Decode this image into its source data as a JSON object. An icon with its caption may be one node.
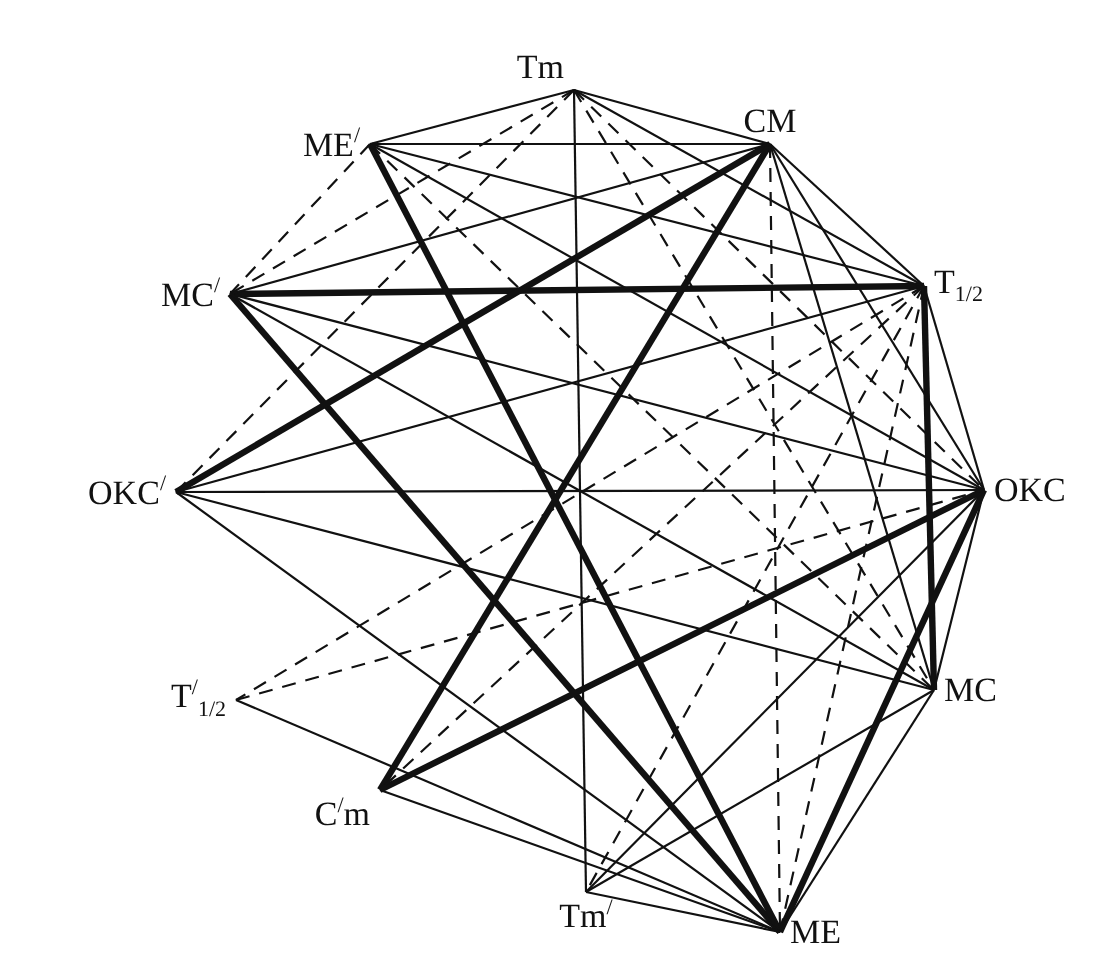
{
  "diagram": {
    "nodes": [
      {
        "text": [
          "Tm"
        ]
      },
      {
        "text": [
          "CM"
        ]
      },
      {
        "text": [
          "T$_{1/2}$"
        ]
      },
      {
        "text": [
          "OKC"
        ]
      },
      {
        "text": [
          "MC"
        ]
      },
      {
        "text": [
          "ME"
        ]
      },
      {
        "text": [
          "Tm$^{/}$"
        ]
      },
      {
        "text": [
          "C$^{/}$m"
        ]
      },
      {
        "text": [
          "T$^{/}$$_{1/2}$"
        ]
      },
      {
        "text": [
          "OKC$^{/}$"
        ]
      },
      {
        "text": [
          "MC$^{/}$"
        ]
      },
      {
        "text": [
          "ME$^{/}$"
        ]
      }
    ],
    "edges": [
      {
        "from": 10,
        "to": 2,
        "arrow": "none",
        "style": "thick"
      },
      {
        "from": 2,
        "to": 4,
        "arrow": "none",
        "style": "thick"
      },
      {
        "from": 10,
        "to": 5,
        "arrow": "none",
        "style": "thick"
      },
      {
        "from": 9,
        "to": 1,
        "arrow": "none",
        "style": "thick"
      },
      {
        "from": 1,
        "to": 7,
        "arrow": "none",
        "style": "thick"
      },
      {
        "from": 11,
        "to": 5,
        "arrow": "none",
        "style": "thick"
      },
      {
        "from": 7,
        "to": 3,
        "arrow": "none",
        "style": "thick"
      },
      {
        "from": 3,
        "to": 5,
        "arrow": "none",
        "style": "thick"
      },
      {
        "from": 0,
        "to": 11,
        "arrow": "none"
      },
      {
        "from": 0,
        "to": 1,
        "arrow": "none"
      },
      {
        "from": 0,
        "to": 2,
        "arrow": "none"
      },
      {
        "from": 0,
        "to": 6,
        "arrow": "none"
      },
      {
        "from": 0,
        "to": 10,
        "arrow": "none",
        "style": "dashed"
      },
      {
        "from": 0,
        "to": 9,
        "arrow": "none",
        "style": "dashed"
      },
      {
        "from": 0,
        "to": 3,
        "arrow": "none",
        "style": "dashed"
      },
      {
        "from": 0,
        "to": 4,
        "arrow": "none",
        "style": "dashed"
      },
      {
        "from": 11,
        "to": 1,
        "arrow": "none"
      },
      {
        "from": 11,
        "to": 2,
        "arrow": "none"
      },
      {
        "from": 11,
        "to": 3,
        "arrow": "none"
      },
      {
        "from": 11,
        "to": 4,
        "arrow": "none",
        "style": "dashed"
      },
      {
        "from": 11,
        "to": 10,
        "arrow": "none",
        "style": "dashed"
      },
      {
        "from": 1,
        "to": 2,
        "arrow": "none"
      },
      {
        "from": 1,
        "to": 3,
        "arrow": "none"
      },
      {
        "from": 1,
        "to": 4,
        "arrow": "none"
      },
      {
        "from": 1,
        "to": 5,
        "arrow": "none",
        "style": "dashed"
      },
      {
        "from": 1,
        "to": 10,
        "arrow": "none"
      },
      {
        "from": 2,
        "to": 3,
        "arrow": "none"
      },
      {
        "from": 2,
        "to": 9,
        "arrow": "none"
      },
      {
        "from": 2,
        "to": 7,
        "arrow": "none",
        "style": "dashed"
      },
      {
        "from": 2,
        "to": 6,
        "arrow": "none",
        "style": "dashed"
      },
      {
        "from": 2,
        "to": 5,
        "arrow": "none",
        "style": "dashed"
      },
      {
        "from": 2,
        "to": 8,
        "arrow": "none",
        "style": "dashed"
      },
      {
        "from": 10,
        "to": 3,
        "arrow": "none"
      },
      {
        "from": 10,
        "to": 4,
        "arrow": "none"
      },
      {
        "from": 9,
        "to": 3,
        "arrow": "none"
      },
      {
        "from": 9,
        "to": 4,
        "arrow": "none"
      },
      {
        "from": 9,
        "to": 5,
        "arrow": "none"
      },
      {
        "from": 8,
        "to": 3,
        "arrow": "none",
        "style": "dashed"
      },
      {
        "from": 8,
        "to": 5,
        "arrow": "none"
      },
      {
        "from": 7,
        "to": 5,
        "arrow": "none"
      },
      {
        "from": 6,
        "to": 5,
        "arrow": "none"
      },
      {
        "from": 6,
        "to": 4,
        "arrow": "none"
      },
      {
        "from": 6,
        "to": 3,
        "arrow": "none"
      },
      {
        "from": 3,
        "to": 4,
        "arrow": "none"
      },
      {
        "from": 4,
        "to": 5,
        "arrow": "none"
      }
    ]
  }
}
